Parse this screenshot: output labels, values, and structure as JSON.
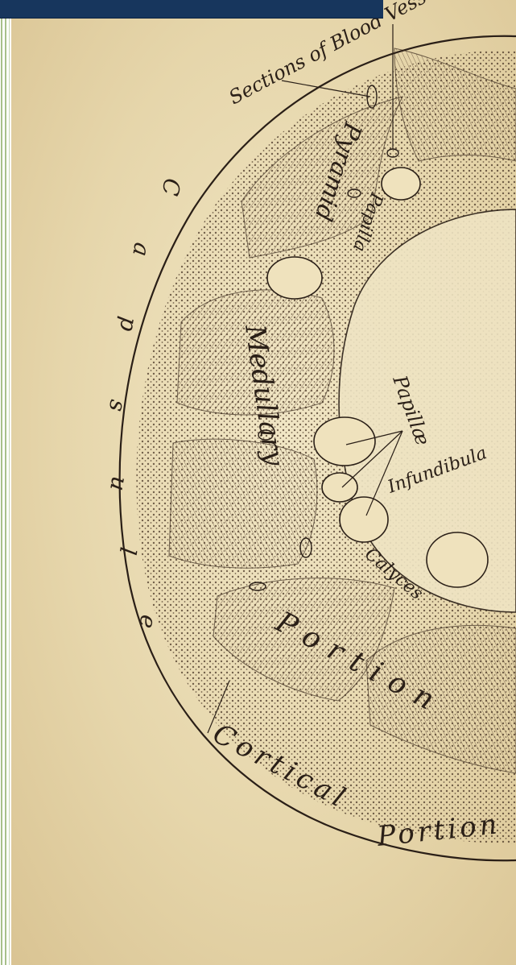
{
  "header": {
    "banner_color": "#17365d"
  },
  "sidebar": {
    "rule_color": "#a7c08a"
  },
  "illustration": {
    "paper_color": "#ecdfb9",
    "ink_color": "#2a1f17",
    "labels": {
      "blood_vessels": "Sections of Blood Vessels",
      "pyramid": "Pyramid",
      "papilla": "Papilla",
      "capsule_c": "C",
      "capsule_a": "a",
      "capsule_p": "p",
      "capsule_s": "s",
      "capsule_u": "u",
      "capsule_l": "l",
      "capsule_e": "e",
      "medullary": "Medullary",
      "papillae": "Papillæ",
      "infundibula": "Infundibula",
      "calyces": "Calyces",
      "portion": "Portion",
      "cortical": "Cortical",
      "cortical_portion": "Portion"
    }
  }
}
